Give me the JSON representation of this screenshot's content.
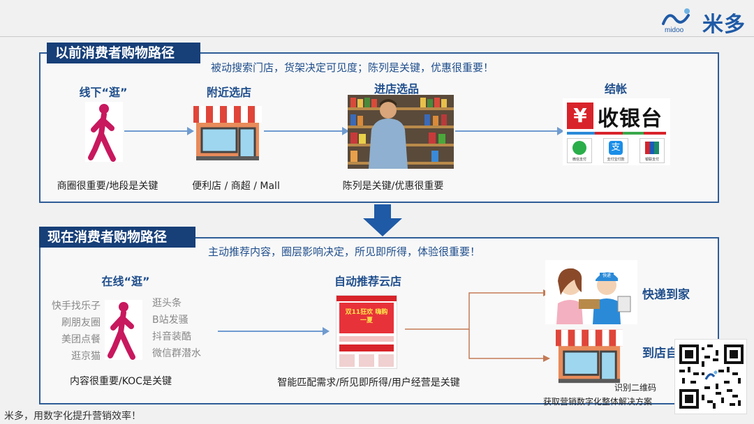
{
  "brand": {
    "logo_text": "米多",
    "logo_sub": "midoo"
  },
  "before": {
    "tag": "以前消费者购物路径",
    "subtitle": "被动搜索门店，货架决定可见度；陈列是关键，优惠很重要！",
    "steps": [
      {
        "title": "线下“逛”",
        "caption": "商圈很重要/地段是关键"
      },
      {
        "title": "附近选店",
        "caption": "便利店 / 商超 / Mall"
      },
      {
        "title": "进店选品",
        "caption": "陈列是关键/优惠很重要"
      },
      {
        "title": "结帐",
        "caption": ""
      }
    ],
    "checkout": {
      "yen": "¥",
      "counter_text": "收银台",
      "pay_labels": [
        "微信支付",
        "支付宝付款",
        "银联支付"
      ]
    }
  },
  "after": {
    "tag": "现在消费者购物路径",
    "subtitle": "主动推荐内容，圈层影响决定，所见即所得，体验很重要！",
    "online": {
      "title": "在线“逛”",
      "left": [
        "快手找乐子",
        "刷朋友圈",
        "美团点餐",
        "逛京猫"
      ],
      "right": [
        "逛头条",
        "B站发骚",
        "抖音装酷",
        "微信群潜水"
      ],
      "caption": "内容很重要/KOC是关键"
    },
    "cloud_store": {
      "title": "自动推荐云店",
      "caption": "智能匹配需求/所见即所得/用户经营是关键",
      "phone_banner": "双11狂欢 嗨购一夏"
    },
    "delivery": "快递到家",
    "to_store": "到店自",
    "courier_text": "快递"
  },
  "qr": {
    "line1": "识别二维码",
    "line2": "获取营销数字化整体解决方案"
  },
  "footer": "米多，用数字化提升营销效率！",
  "colors": {
    "navy": "#173f78",
    "border": "#2e5c97",
    "text_blue": "#1f4e8c",
    "figure": "#c8185e",
    "store_red": "#e0453a"
  }
}
